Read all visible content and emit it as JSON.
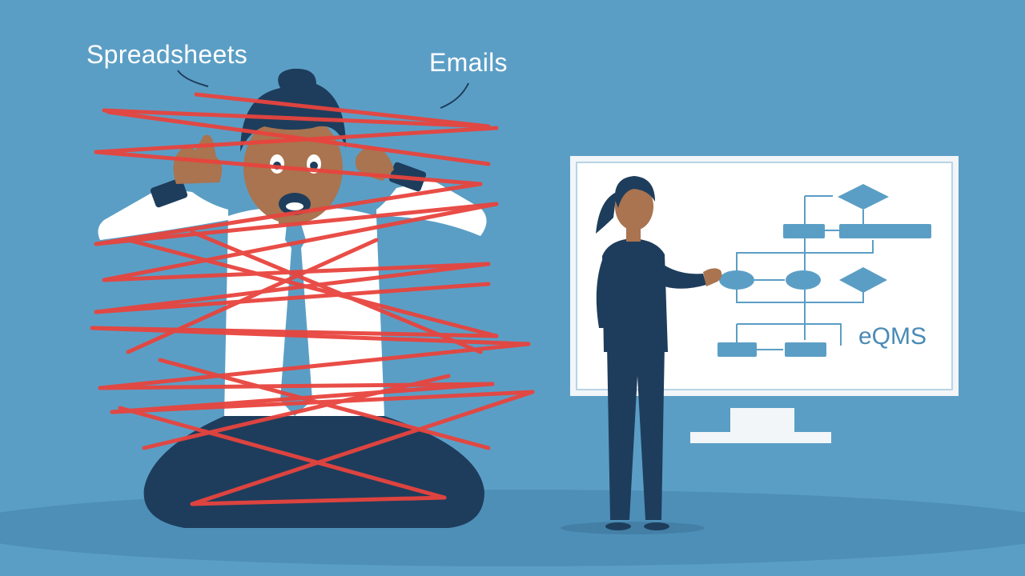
{
  "labels": {
    "spreadsheets": "Spreadsheets",
    "emails": "Emails",
    "eqms": "eQMS"
  },
  "colors": {
    "background": "#5b9ec5",
    "floor": "#4e8fb8",
    "tape": "#e8443e",
    "navy": "#1e3d5c",
    "shirt": "#ffffff",
    "skin": "#a9744f",
    "tie": "#5b9ec5",
    "monitor_screen": "#f2f6f9",
    "flow_box": "#5b9ec5"
  },
  "icons": [
    "tangled-red-tape",
    "stressed-person",
    "presenting-person",
    "monitor",
    "flowchart"
  ]
}
